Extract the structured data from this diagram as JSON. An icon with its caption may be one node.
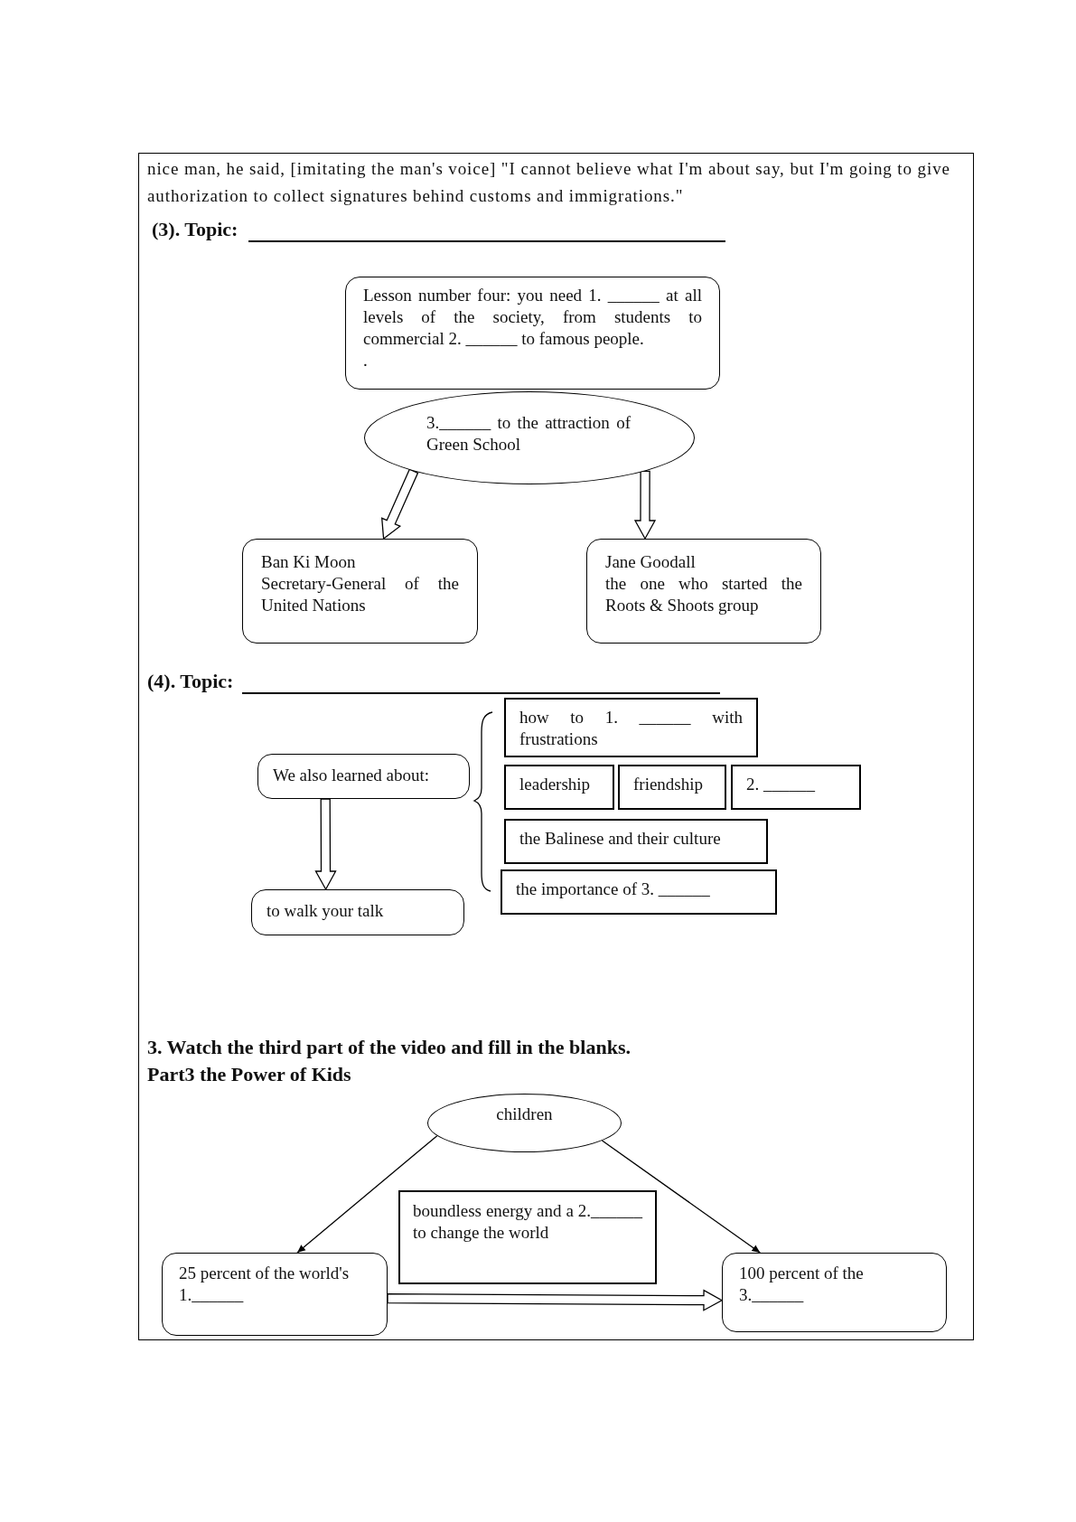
{
  "diagram": {
    "nodes": [
      {
        "text": [
          "Lesson number four: you need 1. ______ at all levels of the society, from students to commercial 2. ______ to famous people.",
          "."
        ]
      },
      {
        "text": [
          "3.______ to the attraction of Green School"
        ]
      },
      {
        "text": [
          "Ban Ki Moon",
          "Secretary-General of the United Nations"
        ]
      },
      {
        "text": [
          "Jane Goodall",
          "the one who started the Roots & Shoots group"
        ]
      },
      {
        "text": [
          "We also learned about:"
        ]
      },
      {
        "text": [
          "to walk your talk"
        ]
      },
      {
        "text": [
          "how to 1. ______ with frustrations"
        ]
      },
      {
        "text": [
          "leadership"
        ]
      },
      {
        "text": [
          "friendship"
        ]
      },
      {
        "text": [
          "2. ______"
        ]
      },
      {
        "text": [
          "the Balinese and their culture"
        ]
      },
      {
        "text": [
          "the importance of 3. ______"
        ]
      },
      {
        "text": [
          "children"
        ]
      },
      {
        "text": [
          "boundless energy and a 2.______ to change the world"
        ]
      },
      {
        "text": [
          "25 percent of the world's 1.______"
        ]
      },
      {
        "text": [
          "100 percent of the 3.______"
        ]
      }
    ],
    "edges": [
      {
        "from": 1,
        "to": 2,
        "arrow": "to",
        "style": "thick"
      },
      {
        "from": 1,
        "to": 3,
        "arrow": "to",
        "style": "thick"
      },
      {
        "from": 4,
        "to": 5,
        "arrow": "to",
        "style": "thick"
      },
      {
        "from": 12,
        "to": 14,
        "arrow": "to"
      },
      {
        "from": 12,
        "to": 15,
        "arrow": "to"
      },
      {
        "from": 14,
        "to": 15,
        "arrow": "to",
        "style": "thick"
      }
    ],
    "labels": [
      "nice man, he said, [imitating the man's voice] \"I cannot believe what I'm about say, but I'm going to give authorization to collect signatures behind customs and immigrations.\"",
      "(3). Topic:",
      "(4). Topic:",
      "3. Watch the third part of the video and fill in the blanks.",
      "Part3 the Power of Kids"
    ]
  }
}
